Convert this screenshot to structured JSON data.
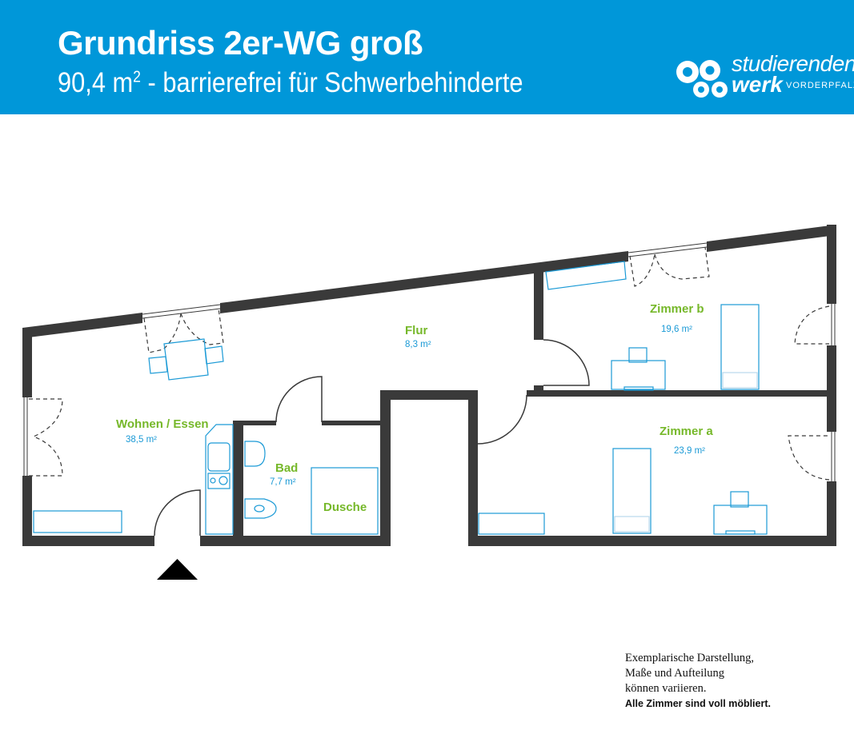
{
  "header": {
    "title": "Grundriss 2er-WG groß",
    "subtitle": "90,4 m",
    "subtitle_sup": "2",
    "subtitle_rest": " - barrierefrei für Schwerbehinderte",
    "logo_line1": "studierenden",
    "logo_line2": "werk",
    "logo_line3": "VORDERPFALZ"
  },
  "rooms": {
    "wohnen": {
      "label": "Wohnen / Essen",
      "area": "38,5 m²"
    },
    "flur": {
      "label": "Flur",
      "area": "8,3 m²"
    },
    "bad": {
      "label": "Bad",
      "area": "7,7 m²"
    },
    "dusche": {
      "label": "Dusche"
    },
    "zimmer_b": {
      "label": "Zimmer b",
      "area": "19,6 m²"
    },
    "zimmer_a": {
      "label": "Zimmer a",
      "area": "23,9 m²"
    }
  },
  "note": {
    "line1": "Exemplarische Darstellung,",
    "line2": "Maße und Aufteilung",
    "line3": "können variieren.",
    "line4": "Alle Zimmer sind voll möbliert."
  },
  "colors": {
    "header": "#0097d9",
    "wall": "#3a3a3a",
    "room_label": "#76b82a",
    "furniture": "#1b9ad6"
  }
}
